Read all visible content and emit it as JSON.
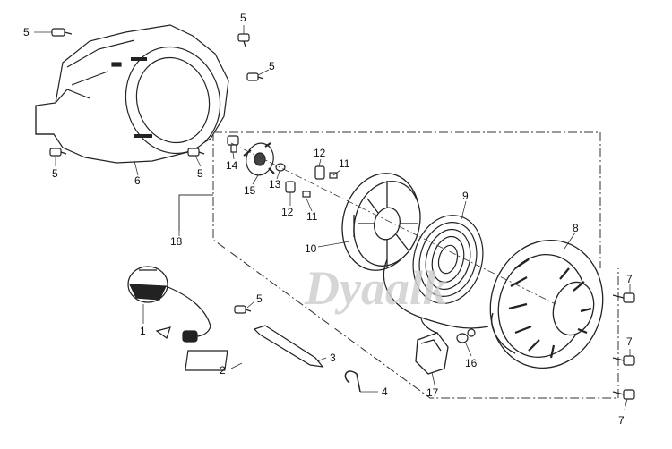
{
  "watermark": "Dyaalk",
  "callouts": [
    {
      "id": "c5a",
      "label": "5"
    },
    {
      "id": "c5b",
      "label": "5"
    },
    {
      "id": "c5c",
      "label": "5"
    },
    {
      "id": "c5d",
      "label": "5"
    },
    {
      "id": "c5e",
      "label": "5"
    },
    {
      "id": "c5f",
      "label": "5"
    },
    {
      "id": "c6",
      "label": "6"
    },
    {
      "id": "c14",
      "label": "14"
    },
    {
      "id": "c15",
      "label": "15"
    },
    {
      "id": "c13",
      "label": "13"
    },
    {
      "id": "c12a",
      "label": "12"
    },
    {
      "id": "c11a",
      "label": "11"
    },
    {
      "id": "c12b",
      "label": "12"
    },
    {
      "id": "c11b",
      "label": "11"
    },
    {
      "id": "c9",
      "label": "9"
    },
    {
      "id": "c10",
      "label": "10"
    },
    {
      "id": "c8",
      "label": "8"
    },
    {
      "id": "c18",
      "label": "18"
    },
    {
      "id": "c7a",
      "label": "7"
    },
    {
      "id": "c7b",
      "label": "7"
    },
    {
      "id": "c7c",
      "label": "7"
    },
    {
      "id": "c1",
      "label": "1"
    },
    {
      "id": "c2",
      "label": "2"
    },
    {
      "id": "c3",
      "label": "3"
    },
    {
      "id": "c4",
      "label": "4"
    },
    {
      "id": "c16",
      "label": "16"
    },
    {
      "id": "c17",
      "label": "17"
    }
  ]
}
